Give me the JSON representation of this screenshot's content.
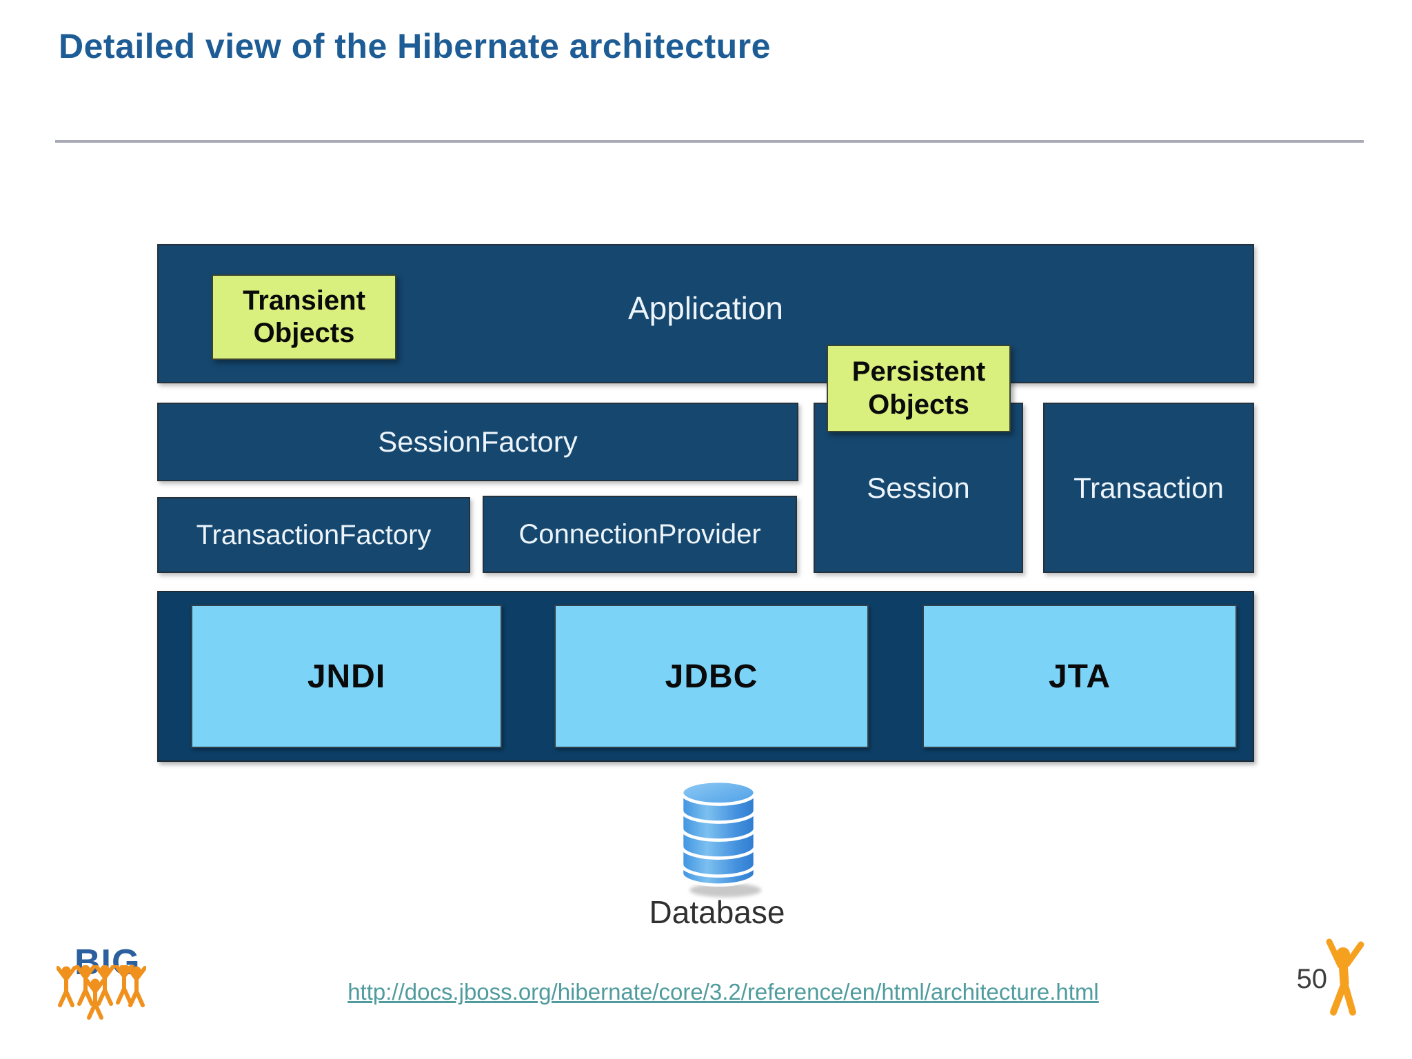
{
  "slide": {
    "title": "Detailed view of the Hibernate architecture",
    "page_number": "50",
    "footer_link": "http://docs.jboss.org/hibernate/core/3.2/reference/en/html/architecture.html"
  },
  "diagram": {
    "application_label": "Application",
    "transient_objects_label": "Transient Objects",
    "persistent_objects_label": "Persistent Objects",
    "session_factory_label": "SessionFactory",
    "transaction_factory_label": "TransactionFactory",
    "connection_provider_label": "ConnectionProvider",
    "session_label": "Session",
    "transaction_label": "Transaction",
    "jndi_label": "JNDI",
    "jdbc_label": "JDBC",
    "jta_label": "JTA",
    "database_label": "Database"
  },
  "logo": {
    "text": "BIG"
  },
  "icons": {
    "database_icon": "blue-database-cylinder",
    "big_logo_figures_icon": "orange-cheering-people",
    "person_icon": "orange-cheering-person"
  },
  "colors": {
    "title_blue": "#1D5C95",
    "navy_box": "#15476F",
    "navy_container": "#0D3F66",
    "light_blue_box": "#7BD3F8",
    "green_label_box": "#D9F07E",
    "box_text_white": "#EDF4FA",
    "link_teal": "#4F9B9D",
    "logo_blue": "#2B5F9E",
    "logo_orange": "#F0911E",
    "divider_gray": "#A7AAB4"
  }
}
